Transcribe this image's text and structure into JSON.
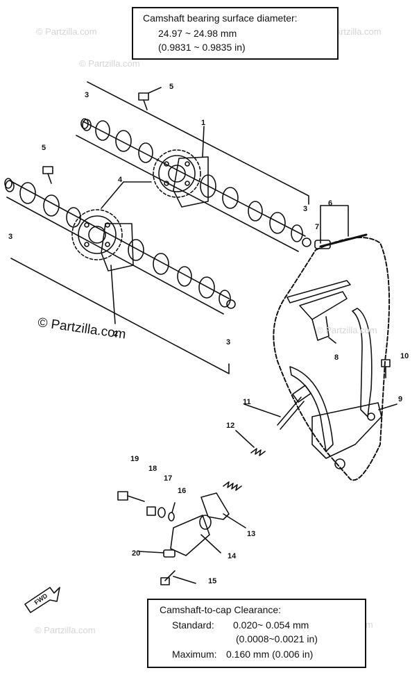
{
  "specs": {
    "bearing": {
      "title": "Camshaft bearing surface diameter:",
      "mm": "24.97 ~ 24.98 mm",
      "inch": "(0.9831 ~ 0.9835 in)"
    },
    "clearance": {
      "title": "Camshaft-to-cap Clearance:",
      "standard_label": "Standard:",
      "standard_mm": "0.020~ 0.054 mm",
      "standard_in": "(0.0008~0.0021 in)",
      "maximum_label": "Maximum:",
      "maximum_value": "0.160 mm (0.006 in)"
    }
  },
  "watermarks": {
    "main": "© Partzilla.com",
    "faint": "© Partzilla.com"
  },
  "fwd_label": "FWD",
  "callouts": [
    "1",
    "2",
    "3",
    "3",
    "3",
    "3",
    "4",
    "5",
    "5",
    "6",
    "7",
    "8",
    "9",
    "10",
    "11",
    "12",
    "13",
    "14",
    "15",
    "16",
    "17",
    "18",
    "19",
    "20"
  ]
}
